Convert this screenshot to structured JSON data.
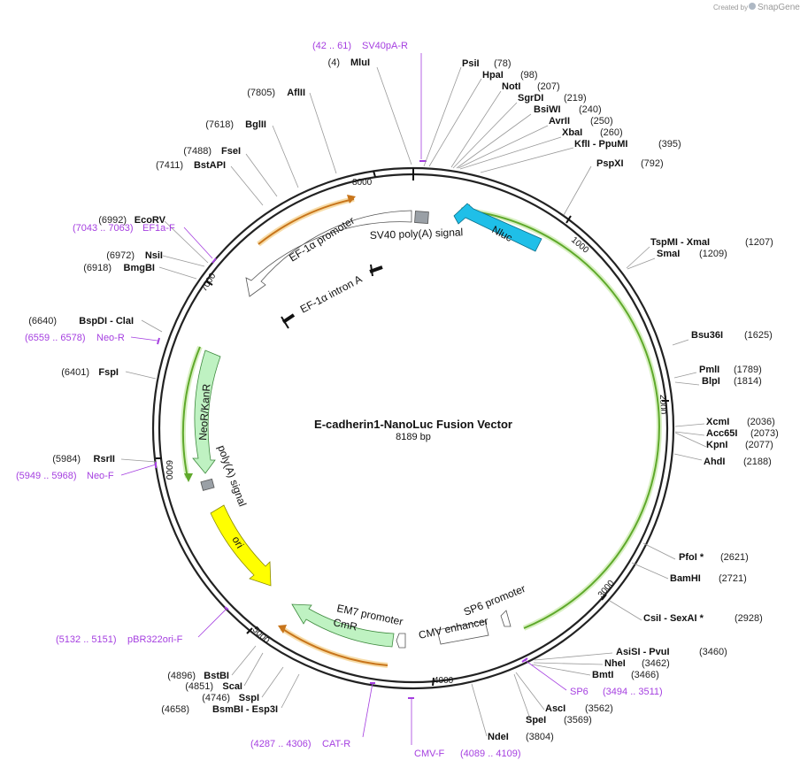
{
  "credit": {
    "created_by": "Created by",
    "app": "SnapGene"
  },
  "plasmid": {
    "name": "E-cadherin1-NanoLuc Fusion Vector",
    "size": "8189 bp",
    "length": 8189
  },
  "ticks": [
    "1000",
    "2000",
    "3000",
    "4000",
    "5000",
    "6000",
    "7000",
    "8000"
  ],
  "sites_right": [
    {
      "name": "PsiI",
      "pos": "(78)"
    },
    {
      "name": "HpaI",
      "pos": "(98)"
    },
    {
      "name": "NotI",
      "pos": "(207)"
    },
    {
      "name": "SgrDI",
      "pos": "(219)"
    },
    {
      "name": "BsiWI",
      "pos": "(240)"
    },
    {
      "name": "AvrII",
      "pos": "(250)"
    },
    {
      "name": "XbaI",
      "pos": "(260)"
    },
    {
      "name": "KflI  - PpuMI",
      "pos": "(395)"
    },
    {
      "name": "PspXI",
      "pos": "(792)"
    },
    {
      "name": "TspMI  - XmaI",
      "pos": "(1207)"
    },
    {
      "name": "SmaI",
      "pos": "(1209)"
    },
    {
      "name": "Bsu36I",
      "pos": "(1625)"
    },
    {
      "name": "PmlI",
      "pos": "(1789)"
    },
    {
      "name": "BlpI",
      "pos": "(1814)"
    },
    {
      "name": "XcmI",
      "pos": "(2036)"
    },
    {
      "name": "Acc65I",
      "pos": "(2073)"
    },
    {
      "name": "KpnI",
      "pos": "(2077)"
    },
    {
      "name": "AhdI",
      "pos": "(2188)"
    },
    {
      "name": "PfoI *",
      "pos": "(2621)"
    },
    {
      "name": "BamHI",
      "pos": "(2721)"
    },
    {
      "name": "CsiI  - SexAI *",
      "pos": "(2928)"
    },
    {
      "name": "AsiSI  - PvuI",
      "pos": "(3460)"
    },
    {
      "name": "NheI",
      "pos": "(3462)"
    },
    {
      "name": "BmtI",
      "pos": "(3466)"
    },
    {
      "name": "AscI",
      "pos": "(3562)"
    },
    {
      "name": "SpeI",
      "pos": "(3569)"
    },
    {
      "name": "NdeI",
      "pos": "(3804)"
    }
  ],
  "sites_left": [
    {
      "name": "MluI",
      "pos": "(4)"
    },
    {
      "name": "AflII",
      "pos": "(7805)"
    },
    {
      "name": "BglII",
      "pos": "(7618)"
    },
    {
      "name": "FseI",
      "pos": "(7488)"
    },
    {
      "name": "BstAPI",
      "pos": "(7411)"
    },
    {
      "name": "EcoRV",
      "pos": "(6992)"
    },
    {
      "name": "NsiI",
      "pos": "(6972)"
    },
    {
      "name": "BmgBI",
      "pos": "(6918)"
    },
    {
      "name": "BspDI  - ClaI",
      "pos": "(6640)"
    },
    {
      "name": "FspI",
      "pos": "(6401)"
    },
    {
      "name": "RsrII",
      "pos": "(5984)"
    },
    {
      "name": "BstBI",
      "pos": "(4896)"
    },
    {
      "name": "ScaI",
      "pos": "(4851)"
    },
    {
      "name": "SspI",
      "pos": "(4746)"
    },
    {
      "name": "BsmBI  - Esp3I",
      "pos": "(4658)"
    }
  ],
  "primers": [
    {
      "name": "SV40pA-R",
      "range": "(42 .. 61)"
    },
    {
      "name": "EF1a-F",
      "range": "(7043 .. 7063)"
    },
    {
      "name": "Neo-R",
      "range": "(6559 .. 6578)"
    },
    {
      "name": "Neo-F",
      "range": "(5949 .. 5968)"
    },
    {
      "name": "pBR322ori-F",
      "range": "(5132 .. 5151)"
    },
    {
      "name": "CAT-R",
      "range": "(4287 .. 4306)"
    },
    {
      "name": "CMV-F",
      "range": "(4089 .. 4109)"
    },
    {
      "name": "SP6",
      "range": "(3494 .. 3511)"
    }
  ],
  "features": [
    {
      "name": "Nluc",
      "color": "#1fbfe8"
    },
    {
      "name": "SV40 poly(A) signal",
      "color": "#9aa0a6"
    },
    {
      "name": "EF-1α promoter",
      "color": "#ffffff"
    },
    {
      "name": "EF-1α intron A",
      "color": "#111111"
    },
    {
      "name": "NeoR/KanR",
      "color": "#bff2c2"
    },
    {
      "name": "poly(A) signal",
      "color": "#9aa0a6"
    },
    {
      "name": "ori",
      "color": "#ffff00"
    },
    {
      "name": "EM7 promoter",
      "color": "#ffffff"
    },
    {
      "name": "CmR",
      "color": "#bff2c2"
    },
    {
      "name": "CMV enhancer",
      "color": "#ffffff"
    },
    {
      "name": "SP6 promoter",
      "color": "#ffffff"
    }
  ],
  "colors": {
    "primer": "#a53fe0",
    "orf_green": "#86c545",
    "orf_orange": "#e79e3c",
    "backbone": "#222222"
  }
}
